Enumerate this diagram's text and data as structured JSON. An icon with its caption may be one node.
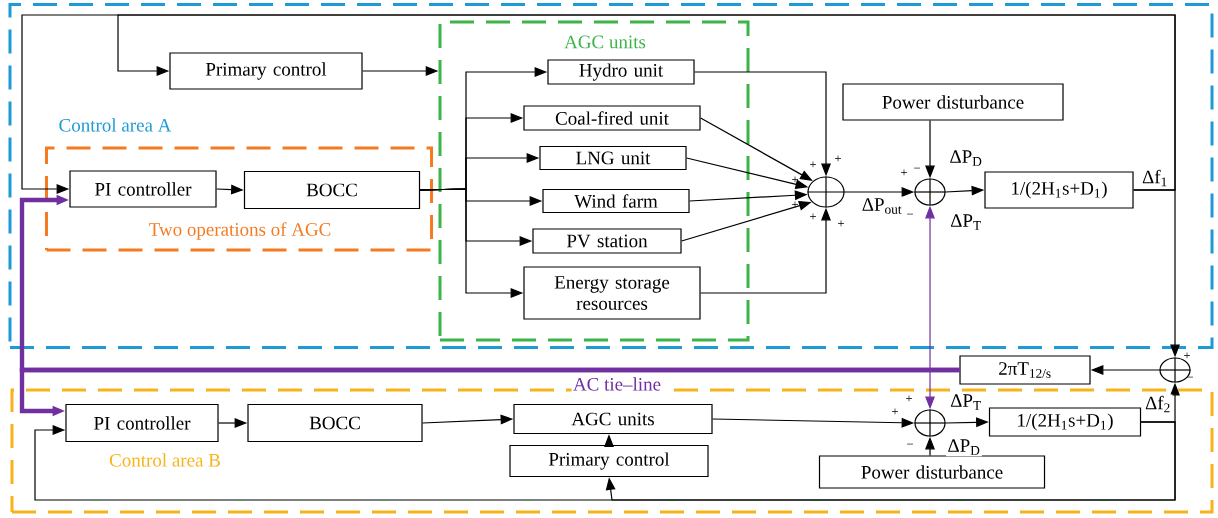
{
  "diagram": {
    "nodes": [
      {
        "text": [
          "Control area A"
        ]
      },
      {
        "text": [
          "AGC units"
        ],
        "in": 0
      },
      {
        "text": [
          "Two operations of AGC"
        ],
        "in": 0
      },
      {
        "text": [
          "Primary control"
        ],
        "in": 0
      },
      {
        "text": [
          "Hydro unit"
        ],
        "in": 1
      },
      {
        "text": [
          "Coal-fired unit"
        ],
        "in": 1
      },
      {
        "text": [
          "LNG unit"
        ],
        "in": 1
      },
      {
        "text": [
          "Wind farm"
        ],
        "in": 1
      },
      {
        "text": [
          "PV station"
        ],
        "in": 1
      },
      {
        "text": [
          "Energy storage resources"
        ],
        "in": 1
      },
      {
        "text": [
          "PI controller"
        ],
        "in": 2
      },
      {
        "text": [
          "BOCC"
        ],
        "in": 2
      },
      {
        "text": [],
        "shape": "circle",
        "in": 0
      },
      {
        "text": [
          "Power disturbance"
        ],
        "in": 0
      },
      {
        "text": [],
        "shape": "circle",
        "in": 0
      },
      {
        "text": [
          "1/(2H$_{1}$s+D$_{1}$)"
        ],
        "in": 0
      },
      {
        "text": [
          "Control area B"
        ]
      },
      {
        "text": [
          "PI controller"
        ],
        "in": 16
      },
      {
        "text": [
          "BOCC"
        ],
        "in": 16
      },
      {
        "text": [
          "AGC units"
        ],
        "in": 16
      },
      {
        "text": [
          "Primary control"
        ],
        "in": 16
      },
      {
        "text": [],
        "shape": "circle",
        "in": 16
      },
      {
        "text": [
          "1/(2H$_{1}$s+D$_{1}$)"
        ],
        "in": 16
      },
      {
        "text": [
          "Power disturbance"
        ],
        "in": 16
      },
      {
        "text": [
          "2πT$_{12/s}$"
        ]
      },
      {
        "text": [],
        "shape": "circle"
      }
    ],
    "edges": [
      {
        "from": 15,
        "to": 10,
        "arrow": "to"
      },
      {
        "from": 15,
        "to": 3,
        "arrow": "to"
      },
      {
        "from": 15,
        "to": 25,
        "arrow": "to",
        "label": "Δf$_{1}$"
      },
      {
        "from": 3,
        "to": 1,
        "arrow": "to"
      },
      {
        "from": 10,
        "to": 11,
        "arrow": "to"
      },
      {
        "from": 11,
        "to": 4,
        "arrow": "to"
      },
      {
        "from": 11,
        "to": 5,
        "arrow": "to"
      },
      {
        "from": 11,
        "to": 6,
        "arrow": "to"
      },
      {
        "from": 11,
        "to": 7,
        "arrow": "to"
      },
      {
        "from": 11,
        "to": 8,
        "arrow": "to"
      },
      {
        "from": 11,
        "to": 9,
        "arrow": "to"
      },
      {
        "from": 4,
        "to": 12,
        "arrow": "to"
      },
      {
        "from": 5,
        "to": 12,
        "arrow": "to"
      },
      {
        "from": 6,
        "to": 12,
        "arrow": "to"
      },
      {
        "from": 7,
        "to": 12,
        "arrow": "to"
      },
      {
        "from": 8,
        "to": 12,
        "arrow": "to"
      },
      {
        "from": 9,
        "to": 12,
        "arrow": "to"
      },
      {
        "from": 12,
        "to": 14,
        "arrow": "to",
        "label": "ΔP$_{out}$"
      },
      {
        "from": 13,
        "to": 14,
        "arrow": "to",
        "label": "ΔP$_{D}$"
      },
      {
        "from": 14,
        "to": 15,
        "arrow": "to"
      },
      {
        "from": 24,
        "to": 14,
        "arrow": "to",
        "color": "#7030a0",
        "label": "ΔP$_{T}$"
      },
      {
        "from": 24,
        "to": 21,
        "arrow": "to",
        "color": "#7030a0",
        "label": "ΔP$_{T}$"
      },
      {
        "from": 24,
        "to": 10,
        "arrow": "to",
        "color": "#7030a0",
        "style": "thick",
        "label": "AC tie–line"
      },
      {
        "from": 24,
        "to": 17,
        "arrow": "to",
        "color": "#7030a0",
        "style": "thick"
      },
      {
        "from": 25,
        "to": 24,
        "arrow": "to"
      },
      {
        "from": 22,
        "to": 25,
        "arrow": "to",
        "label": "Δf$_{2}$"
      },
      {
        "from": 22,
        "to": 17,
        "arrow": "to"
      },
      {
        "from": 22,
        "to": 20,
        "arrow": "to"
      },
      {
        "from": 17,
        "to": 18,
        "arrow": "to"
      },
      {
        "from": 18,
        "to": 19,
        "arrow": "to"
      },
      {
        "from": 19,
        "to": 21,
        "arrow": "to"
      },
      {
        "from": 20,
        "to": 19,
        "arrow": "to"
      },
      {
        "from": 23,
        "to": 21,
        "arrow": "to",
        "label": "ΔP$_{D}$"
      },
      {
        "from": 21,
        "to": 22,
        "arrow": "to"
      }
    ],
    "labels": [
      "+",
      "+",
      "+",
      "+",
      "+",
      "+",
      "+",
      "−",
      "−",
      "+",
      "+",
      "−",
      "+",
      "−"
    ]
  }
}
